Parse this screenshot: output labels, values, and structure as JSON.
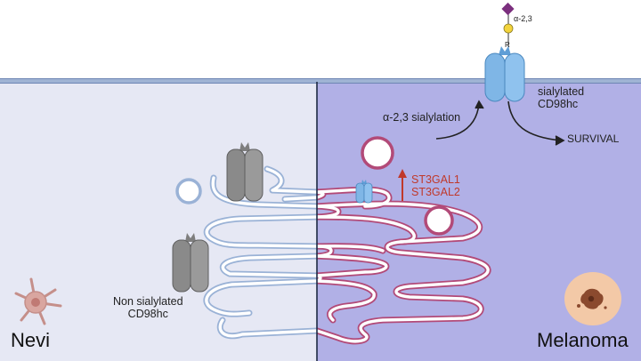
{
  "labels": {
    "glycan_linkage": "α-2,3",
    "glycan_r": "R",
    "sialylated": [
      "sialylated",
      "CD98hc"
    ],
    "sialylation_arrow": "α-2,3 sialylation",
    "survival": "SURVIVAL",
    "up_arrow": "↑",
    "enzymes": [
      "ST3GAL1",
      "ST3GAL2"
    ],
    "non_sialylated": [
      "Non sialylated",
      "CD98hc"
    ],
    "left_panel": "Nevi",
    "right_panel": "Melanoma"
  },
  "colors": {
    "nevi_bg": "#e6e8f4",
    "melanoma_bg": "#b1b0e6",
    "membrane": "#9fb3d4",
    "golgi_nevi": "#9ab2d6",
    "golgi_melanoma": "#b24a78",
    "protein_grey": "#8a8a8a",
    "protein_blue": "#7fb6e6",
    "enzyme_red": "#c0392b",
    "sialic_acid": "#7b2f7e",
    "galactose": "#f3d43c",
    "cell_body": "#f3c9a7"
  },
  "icons": [
    "melanocyte-icon",
    "melanoma-cell-icon",
    "cd98hc-protein-icon",
    "golgi-apparatus-icon"
  ]
}
